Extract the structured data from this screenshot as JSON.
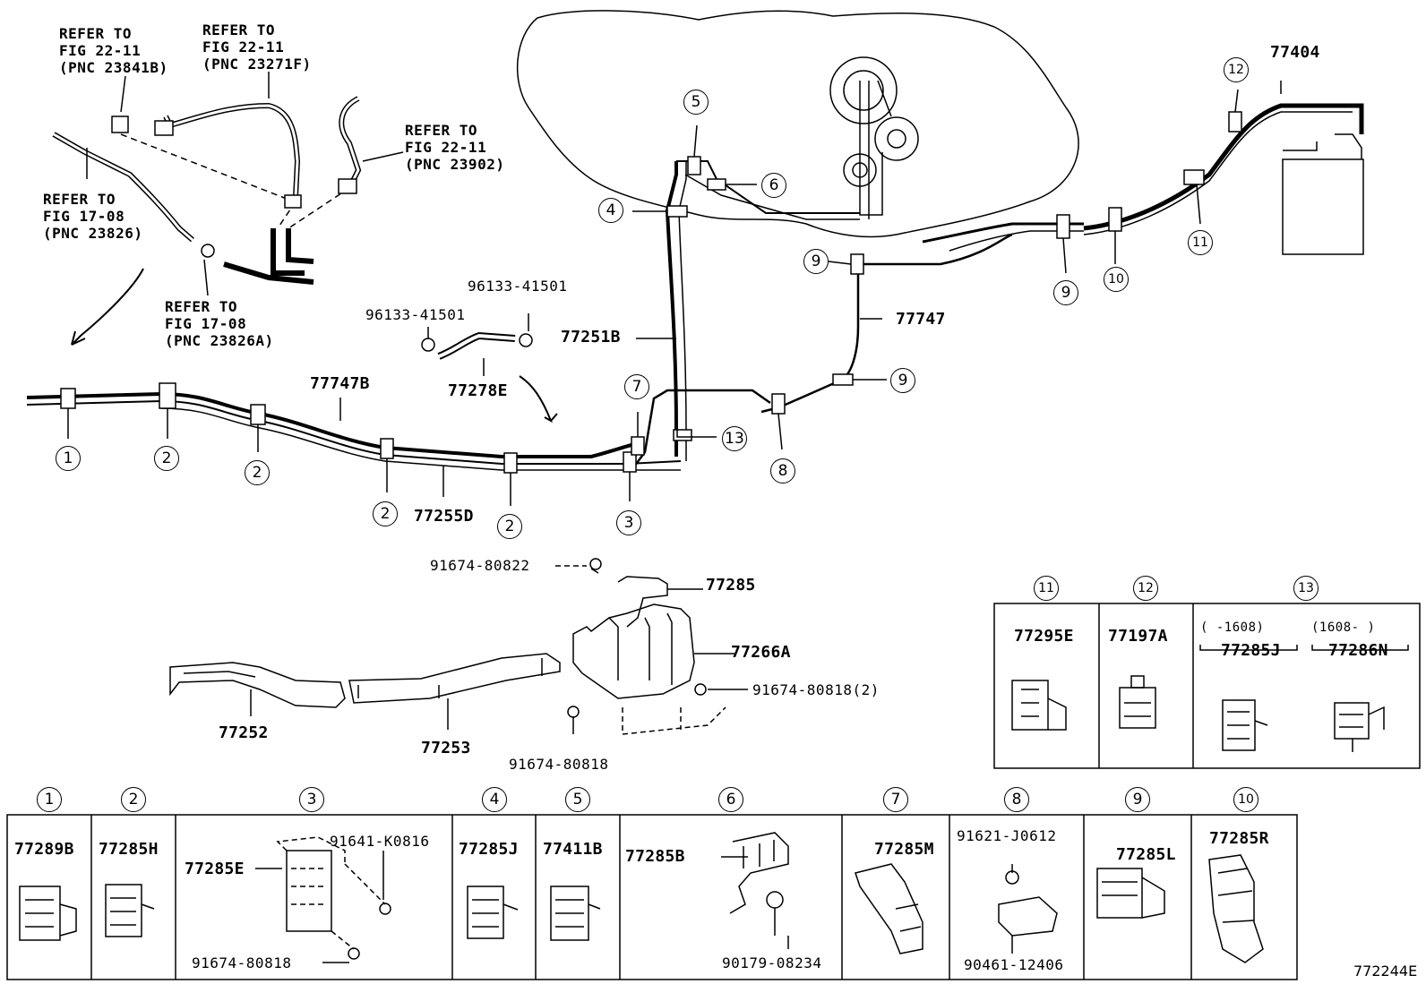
{
  "diagram_id": "772244E",
  "refs": {
    "r1": {
      "line1": "REFER TO",
      "line2": "FIG 22-11",
      "line3": "(PNC 23841B)"
    },
    "r2": {
      "line1": "REFER TO",
      "line2": "FIG 22-11",
      "line3": "(PNC 23271F)"
    },
    "r3": {
      "line1": "REFER TO",
      "line2": "FIG 22-11",
      "line3": "(PNC 23902)"
    },
    "r4": {
      "line1": "REFER TO",
      "line2": "FIG 17-08",
      "line3": "(PNC 23826)"
    },
    "r5": {
      "line1": "REFER TO",
      "line2": "FIG 17-08",
      "line3": "(PNC 23826A)"
    }
  },
  "parts": {
    "p77404": "77404",
    "p77747": "77747",
    "p77251B": "77251B",
    "p77747B": "77747B",
    "p77255D": "77255D",
    "p77278E": "77278E",
    "p96133a": "96133-41501",
    "p96133b": "96133-41501",
    "p91674_80822": "91674-80822",
    "p77285": "77285",
    "p77266A": "77266A",
    "p91674_80818_2": "91674-80818(2)",
    "p91674_80818": "91674-80818",
    "p77252": "77252",
    "p77253": "77253"
  },
  "callouts": {
    "c1": "1",
    "c2": "2",
    "c3": "3",
    "c4": "4",
    "c5": "5",
    "c6": "6",
    "c7": "7",
    "c8": "8",
    "c9": "9",
    "c10": "10",
    "c11": "11",
    "c12": "12",
    "c13": "13"
  },
  "detail_top": {
    "c11": "11",
    "c12": "12",
    "c13": "13",
    "p77295E": "77295E",
    "p77197A": "77197A",
    "range_a": "(     -1608)",
    "range_b": "(1608-     )",
    "p77285J": "77285J",
    "p77286N": "77286N"
  },
  "detail_bottom": {
    "h1": "1",
    "h2": "2",
    "h3": "3",
    "h4": "4",
    "h5": "5",
    "h6": "6",
    "h7": "7",
    "h8": "8",
    "h9": "9",
    "h10": "10",
    "p77289B": "77289B",
    "p77285H": "77285H",
    "p77285E": "77285E",
    "p91641": "91641-K0816",
    "p91674_80818": "91674-80818",
    "p77285J": "77285J",
    "p77411B": "77411B",
    "p77285B": "77285B",
    "p90179": "90179-08234",
    "p77285M": "77285M",
    "p91621": "91621-J0612",
    "p90461": "90461-12406",
    "p77285L": "77285L",
    "p77285R": "77285R"
  }
}
